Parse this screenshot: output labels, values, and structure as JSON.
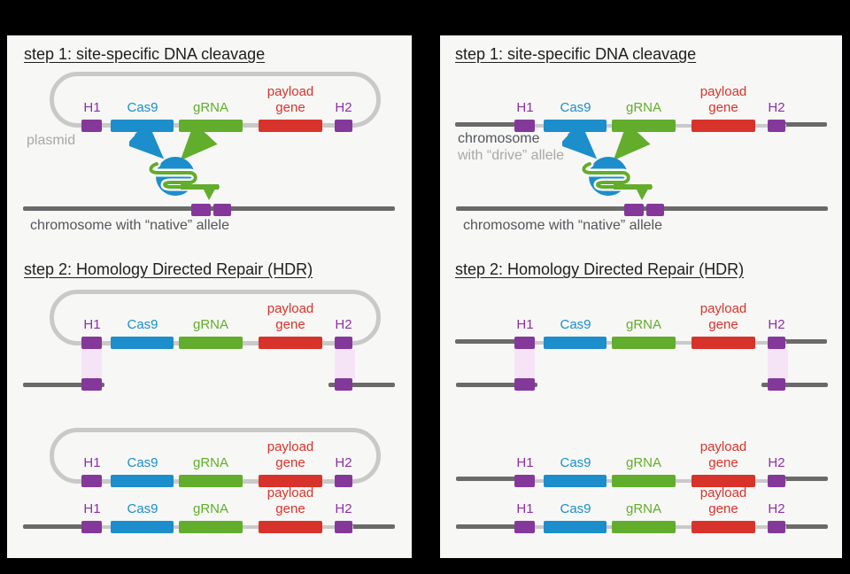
{
  "labels": {
    "h1": "H1",
    "cas9": "Cas9",
    "grna": "gRNA",
    "payload_line1": "payload",
    "payload_line2": "gene",
    "h2": "H2"
  },
  "left_panel": {
    "step1_title": "step 1: site-specific DNA cleavage",
    "step2_title": "step 2: Homology Directed Repair (HDR)",
    "plasmid_label": "plasmid",
    "native_allele_caption": "chromosome with “native” allele"
  },
  "right_panel": {
    "step1_title": "step 1: site-specific DNA cleavage",
    "step2_title": "step 2: Homology Directed Repair (HDR)",
    "drive_caption_line1": "chromosome",
    "drive_caption_line2": "with “drive” allele",
    "native_allele_caption": "chromosome with “native” allele"
  },
  "colors": {
    "cas9_blue": "#1b8ecb",
    "grna_green": "#62ad2c",
    "payload_red": "#d8332b",
    "homology_purple": "#84389a",
    "homology_band_pink": "#f5e4f6",
    "plasmid_gray": "#c9c9c9",
    "chromosome_gray": "#6a6a6a",
    "panel_background": "#f7f7f5"
  }
}
